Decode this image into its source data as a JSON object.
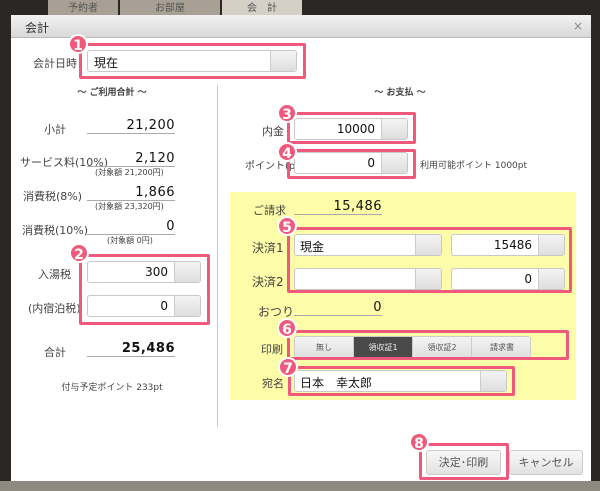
{
  "top_tabs": [
    "予約者",
    "お部屋",
    "会　計"
  ],
  "dialog": {
    "title": "会計",
    "close": "×"
  },
  "date_row": {
    "label": "会計日時",
    "value": "現在"
  },
  "usage": {
    "heading": "〜 ご利用合計 〜",
    "subtotal": {
      "label": "小計",
      "value": "21,200"
    },
    "service": {
      "label": "サービス料(10%)",
      "value": "2,120",
      "note": "(対象額 21,200円)"
    },
    "tax8": {
      "label": "消費税(8%)",
      "value": "1,866",
      "note": "(対象額 23,320円)"
    },
    "tax10": {
      "label": "消費税(10%)",
      "value": "0",
      "note": "(対象額 0円)"
    },
    "bath_tax": {
      "label": "入湯税",
      "value": "300"
    },
    "lodging_tax": {
      "label": "(内宿泊税)",
      "value": "0"
    },
    "total": {
      "label": "合計",
      "value": "25,486"
    },
    "points_note": "付与予定ポイント 233pt"
  },
  "payment": {
    "heading": "〜 お支払 〜",
    "deposit": {
      "label": "内金",
      "value": "10000"
    },
    "points": {
      "label": "ポイント(pt",
      "value": "0",
      "note": "利用可能ポイント 1000pt"
    },
    "billing": {
      "label": "ご請求",
      "value": "15,486"
    },
    "pay1": {
      "label": "決済1",
      "method": "現金",
      "amount": "15486"
    },
    "pay2": {
      "label": "決済2",
      "method": "",
      "amount": "0"
    },
    "change": {
      "label": "おつり",
      "value": "0"
    },
    "print": {
      "label": "印刷",
      "options": [
        "無し",
        "領収証1",
        "領収証2",
        "請求書"
      ],
      "selected": "領収証1"
    },
    "addressee": {
      "label": "宛名",
      "value": "日本　幸太郎"
    }
  },
  "buttons": {
    "confirm": "決定･印刷",
    "cancel": "キャンセル"
  },
  "badges": [
    "1",
    "2",
    "3",
    "4",
    "5",
    "6",
    "7",
    "8"
  ],
  "colors": {
    "highlight": "#ef5a7c",
    "panel": "#fdfca8",
    "selected_segment": "#4a4a4a"
  }
}
